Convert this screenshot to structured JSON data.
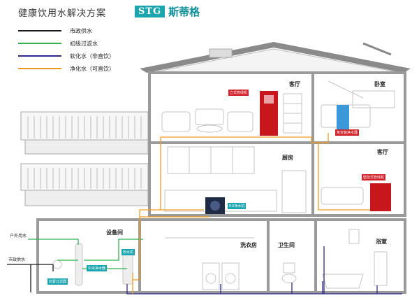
{
  "header": {
    "title": "健康饮用水解决方案",
    "logo_text": "STG",
    "logo_cn": "斯蒂格"
  },
  "legend": [
    {
      "label": "市政供水",
      "color": "#1a1a1a"
    },
    {
      "label": "初级过滤水",
      "color": "#2fb14d"
    },
    {
      "label": "软化水（非直饮）",
      "color": "#2c2a8c"
    },
    {
      "label": "净化水（可直饮）",
      "color": "#f39a1e"
    }
  ],
  "rooms": {
    "living_room_top": "客厅",
    "bedroom": "卧室",
    "kitchen": "厨房",
    "living_room_mid": "客厅",
    "equipment_room": "设备间",
    "laundry_room": "洗衣房",
    "toilet": "卫生间",
    "bathroom": "浴室"
  },
  "devices": {
    "vertical_dispenser": "立式管线机",
    "bedroom_purifier": "免安装净水器",
    "wall_dispenser": "壁挂式管线机",
    "ro_machine": "RO净水机",
    "softener": "软水机",
    "central_purifier": "中央净水器",
    "pre_filter": "前置过滤器"
  },
  "labels": {
    "outdoor_water": "户外用水",
    "municipal_water": "市政供水"
  },
  "colors": {
    "municipal": "#1a1a1a",
    "prefilter": "#2fb14d",
    "soft": "#2c2a8c",
    "pure": "#f39a1e",
    "wall": "#9a9a9a",
    "roof": "#7a7a7a"
  }
}
